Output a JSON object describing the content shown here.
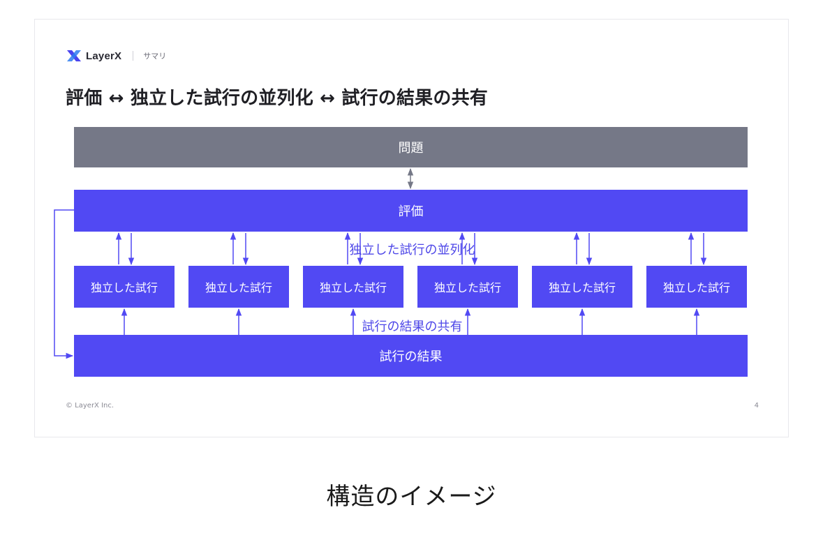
{
  "slide": {
    "brand": "LayerX",
    "section": "サマリ",
    "title": "評価 ↔ 独立した試行の並列化 ↔ 試行の結果の共有",
    "footer": {
      "copyright": "© LayerX Inc.",
      "page": "4"
    }
  },
  "diagram": {
    "problem": "問題",
    "evaluation": "評価",
    "parallel_label": "独立した試行の並列化",
    "trials": [
      "独立した試行",
      "独立した試行",
      "独立した試行",
      "独立した試行",
      "独立した試行",
      "独立した試行"
    ],
    "share_label": "試行の結果の共有",
    "result": "試行の結果"
  },
  "caption": "構造のイメージ",
  "colors": {
    "accent": "#5149f3",
    "problem_box": "#757887",
    "label_text": "#4e47e8"
  }
}
